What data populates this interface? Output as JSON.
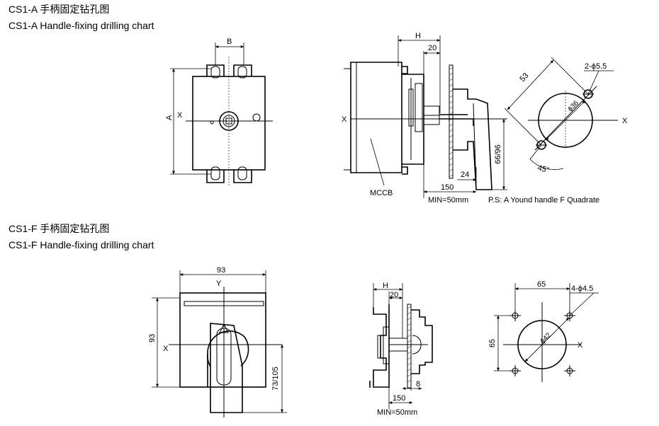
{
  "section_a": {
    "title_cn": "CS1-A 手柄固定钻孔图",
    "title_en": "CS1-A Handle-fixing drilling chart",
    "front": {
      "dim_width": "B",
      "dim_height": "A",
      "axis_x": "X"
    },
    "side": {
      "dim_h": "H",
      "dim_20": "20",
      "dim_24": "24",
      "dim_150": "150",
      "dim_min": "MIN=50mm",
      "dim_height": "66/96",
      "axis_x": "X",
      "mccb_label": "MCCB"
    },
    "holes": {
      "dim_53": "53",
      "hole_spec": "2-ϕ5.5",
      "dia": "ϕ36",
      "angle": "45°",
      "axis_x": "X"
    },
    "note": "P.S: A Yound handle  F Quadrate"
  },
  "section_f": {
    "title_cn": "CS1-F 手柄固定钻孔图",
    "title_en": "CS1-F Handle-fixing drilling chart",
    "front": {
      "dim_width": "93",
      "dim_height": "93",
      "axis_y": "Y",
      "axis_x": "X",
      "dim_side": "73/105"
    },
    "side": {
      "dim_h": "H",
      "dim_20": "20",
      "dim_8": "8",
      "dim_150": "150",
      "dim_min": "MIN=50mm"
    },
    "holes": {
      "dim_65h": "65",
      "hole_spec": "4-ϕ4.5",
      "dim_65v": "65",
      "dia": "ϕ42",
      "axis_x": "X"
    }
  }
}
